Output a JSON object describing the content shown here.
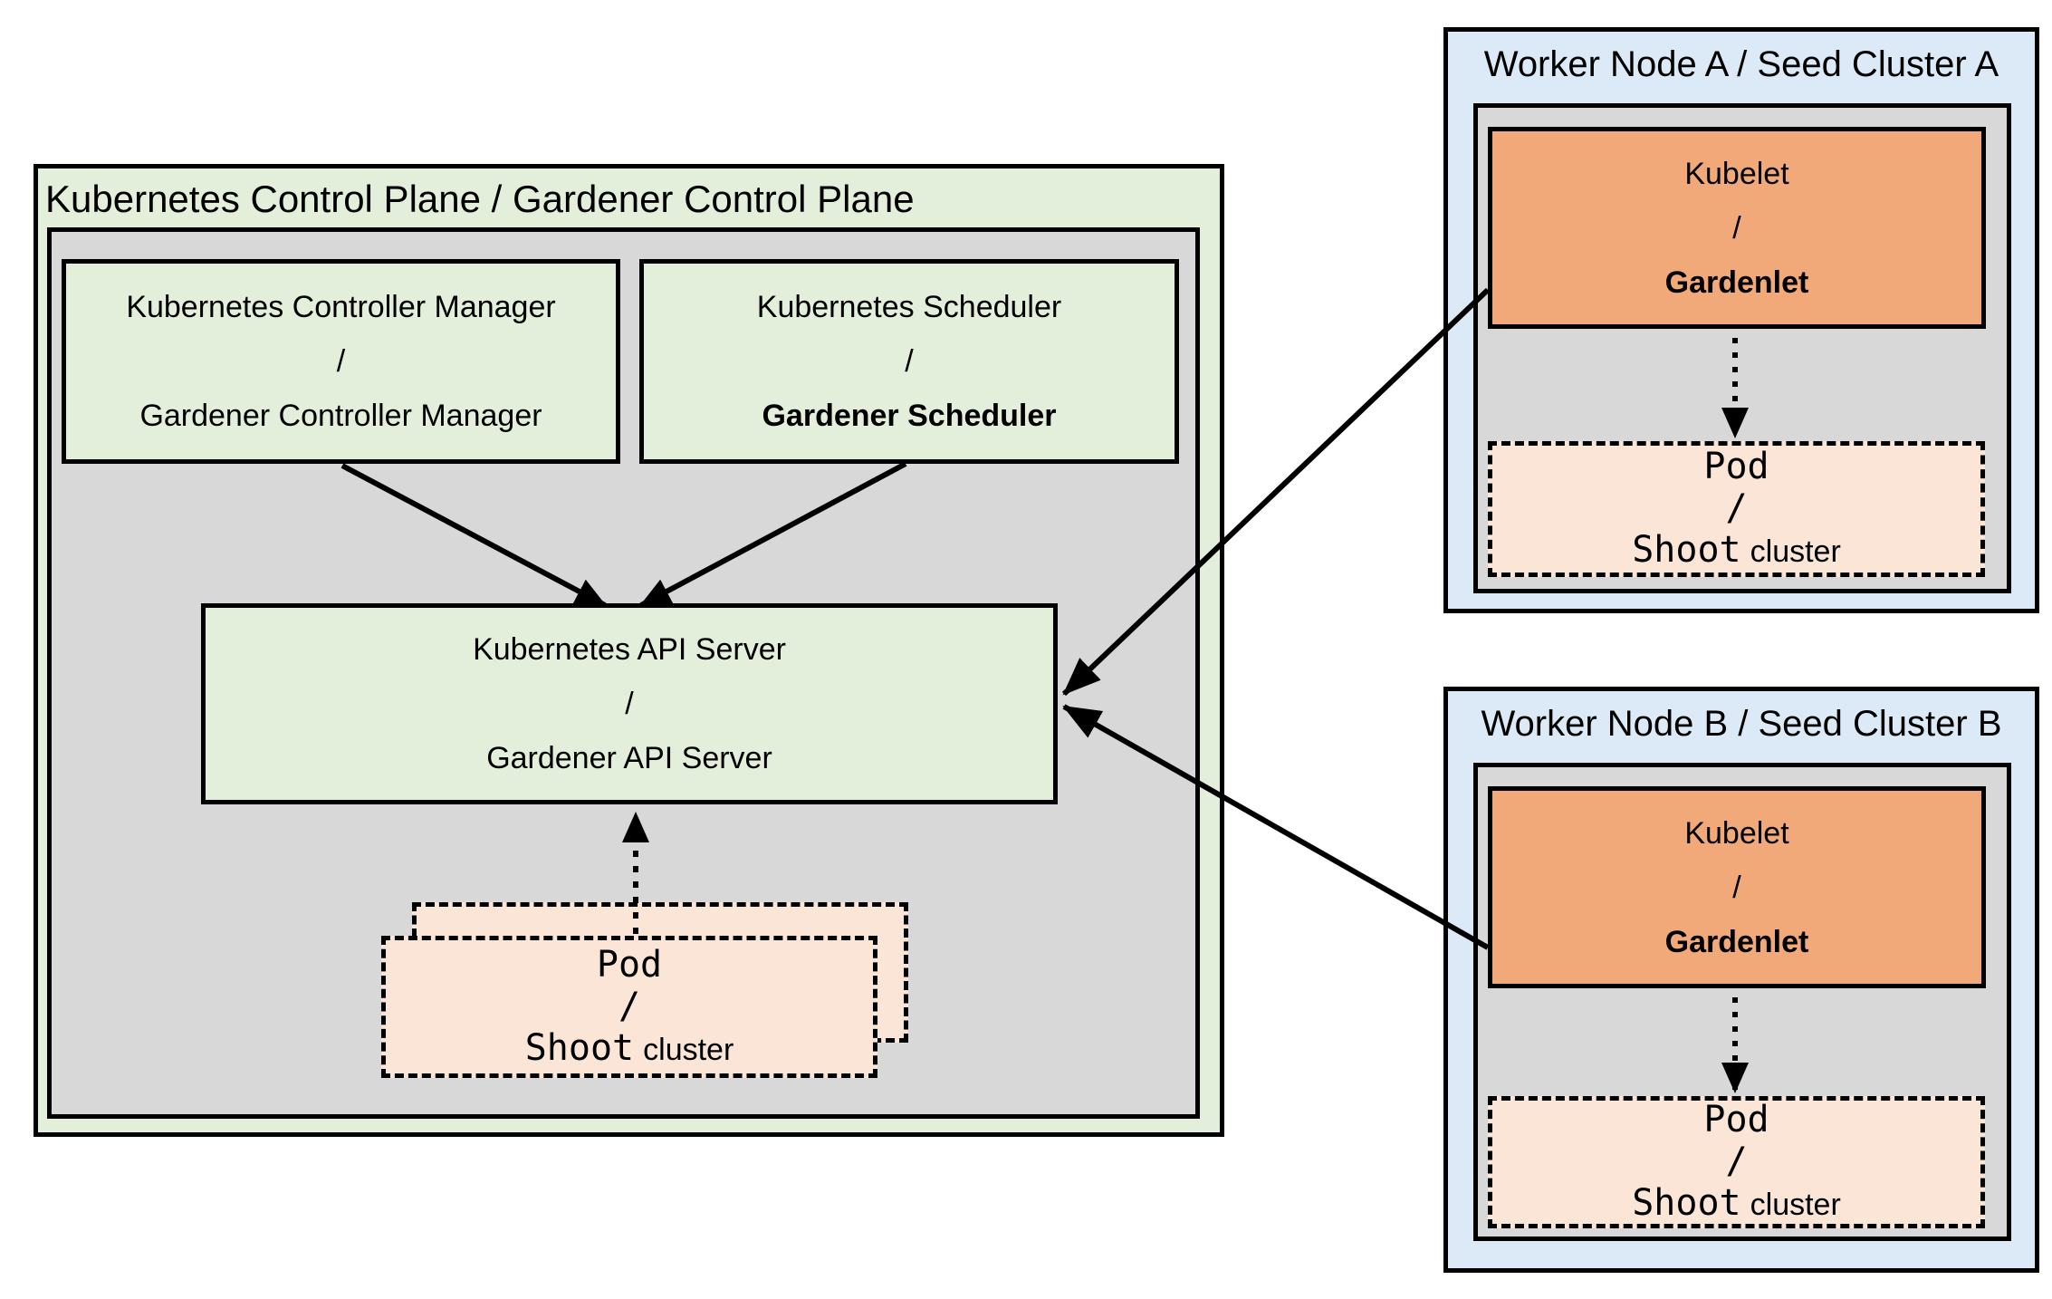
{
  "colors": {
    "light_green": "#E3EFDA",
    "panel_gray": "#D8D8D8",
    "light_blue": "#DCE9F6",
    "orange": "#F1A97A",
    "peach": "#FBE5D6",
    "line_black": "#000000",
    "background": "#FFFFFF"
  },
  "control_plane": {
    "title": "Kubernetes Control Plane / Gardener Control Plane",
    "controller_manager": {
      "top": "Kubernetes Controller Manager",
      "sep": "/",
      "bottom": "Gardener Controller Manager"
    },
    "scheduler": {
      "top": "Kubernetes Scheduler",
      "sep": "/",
      "bottom": "Gardener Scheduler"
    },
    "api_server": {
      "top": "Kubernetes API Server",
      "sep": "/",
      "bottom": "Gardener API Server"
    },
    "pod": {
      "top": "Pod",
      "sep": "/",
      "bottom_mono": "Shoot",
      "bottom_sans": "cluster"
    }
  },
  "worker_node_a": {
    "title": "Worker Node A / Seed Cluster A",
    "kubelet": {
      "top": "Kubelet",
      "sep": "/",
      "bottom": "Gardenlet"
    },
    "pod": {
      "top": "Pod",
      "sep": "/",
      "bottom_mono": "Shoot",
      "bottom_sans": "cluster"
    }
  },
  "worker_node_b": {
    "title": "Worker Node B / Seed Cluster B",
    "kubelet": {
      "top": "Kubelet",
      "sep": "/",
      "bottom": "Gardenlet"
    },
    "pod": {
      "top": "Pod",
      "sep": "/",
      "bottom_mono": "Shoot",
      "bottom_sans": "cluster"
    }
  }
}
